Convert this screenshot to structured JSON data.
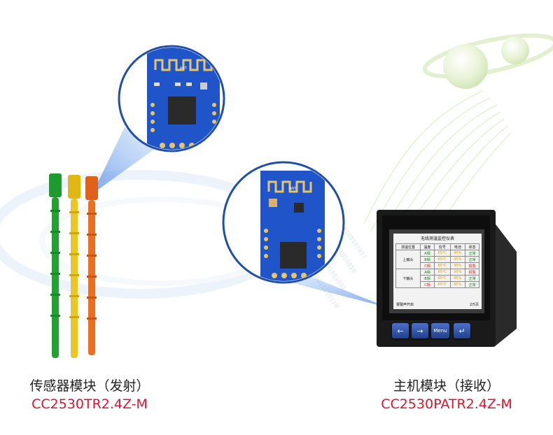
{
  "captions": {
    "left": {
      "title": "传感器模块（发射）",
      "model": "CC2530TR2.4Z-M"
    },
    "right": {
      "title": "主机模块（接收）",
      "model": "CC2530PATR2.4Z-M"
    }
  },
  "module_pcb": {
    "antenna_label": "ANT"
  },
  "meter": {
    "title": "无线测温监控仪表",
    "headers": [
      "测温位置",
      "温度",
      "信号",
      "电池",
      "状态"
    ],
    "groups": [
      {
        "name": "上触头",
        "rows": [
          {
            "phase": "A相",
            "temp": "65℃",
            "batt": "95%",
            "state": "正常"
          },
          {
            "phase": "B相",
            "temp": "65℃",
            "batt": "95%",
            "state": "正常"
          },
          {
            "phase": "C相",
            "temp": "65℃",
            "batt": "95%",
            "state": "报警"
          }
        ]
      },
      {
        "name": "下触头",
        "rows": [
          {
            "phase": "A相",
            "temp": "65℃",
            "batt": "95%",
            "state": "报警"
          },
          {
            "phase": "B相",
            "temp": "65℃",
            "batt": "95%",
            "state": "正常"
          },
          {
            "phase": "C相",
            "temp": "65℃",
            "batt": "95%",
            "state": "正常"
          }
        ]
      }
    ],
    "footer_left": "报警声开启",
    "footer_right": "2/5页",
    "buttons": {
      "left": "←",
      "right": "→",
      "menu": "Menu",
      "back": "↵"
    }
  },
  "colors": {
    "pcb": "#1f55c8",
    "tag_green": "#1f9a2e",
    "tag_yellow": "#e8c21a",
    "tag_orange": "#e66a1c",
    "caption_model": "#e0142a",
    "beam": "#6fa3f0"
  }
}
